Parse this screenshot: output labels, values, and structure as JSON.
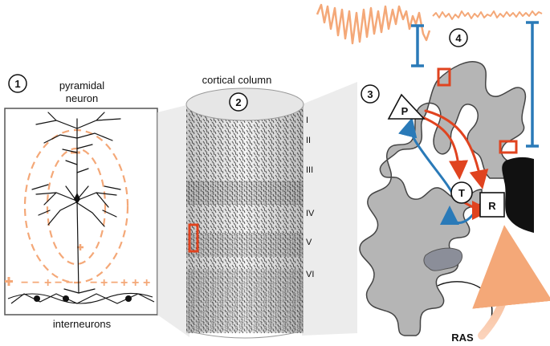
{
  "panels": [
    {
      "number": "1",
      "title_line1": "pyramidal",
      "title_line2": "neuron",
      "footer": "interneurons"
    },
    {
      "number": "2",
      "title": "cortical column"
    },
    {
      "number": "3"
    },
    {
      "number": "4"
    }
  ],
  "column_layers": [
    "I",
    "II",
    "III",
    "IV",
    "V",
    "VI"
  ],
  "neuron_marks": {
    "pyramid": "P",
    "thalamus": "T",
    "reticular": "R"
  },
  "ras_label": "RAS",
  "field_signs": [
    "+",
    "−",
    "+",
    "−",
    "+",
    "−",
    "+",
    "−",
    "+",
    "−",
    "+",
    "−"
  ],
  "colors": {
    "orange": "#f4a878",
    "red": "#e0431f",
    "blue": "#2a7ab8",
    "cortex_gray": "#b5b5b5",
    "ventricle": "#8b8e99"
  }
}
